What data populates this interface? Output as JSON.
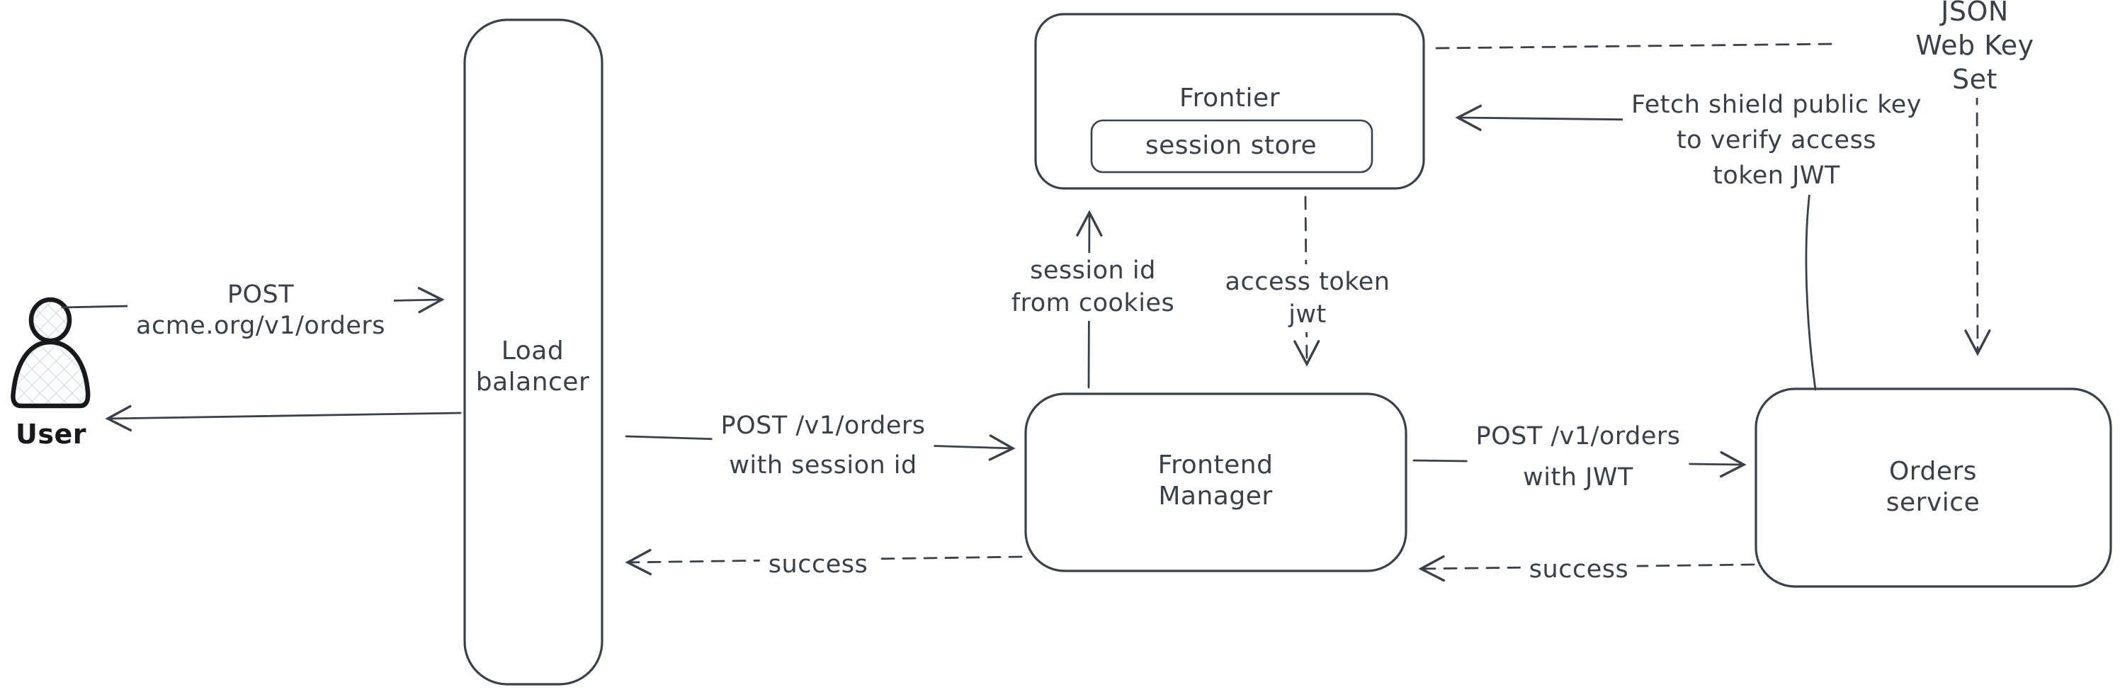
{
  "colors": {
    "stroke": "#3a4049",
    "user_stroke": "#17191d",
    "hatch": "#ccd6e0",
    "background": "#ffffff"
  },
  "nodes": {
    "user": {
      "label": "User"
    },
    "load_balancer": {
      "label": "Load\nbalancer"
    },
    "frontier": {
      "label": "Frontier"
    },
    "session_store": {
      "label": "session store"
    },
    "frontend_manager": {
      "label": "Frontend\nManager"
    },
    "orders_service": {
      "label": "Orders service"
    }
  },
  "edges": {
    "user_to_lb": {
      "label": "POST\nacme.org/v1/orders",
      "style": "solid",
      "from": "User",
      "to": "Load balancer"
    },
    "lb_to_user": {
      "label": "",
      "style": "solid",
      "from": "Load balancer",
      "to": "User"
    },
    "lb_to_fm": {
      "label": "POST /v1/orders\nwith session id",
      "style": "solid",
      "from": "Load balancer",
      "to": "Frontend Manager"
    },
    "fm_to_lb": {
      "label": "success",
      "style": "dashed",
      "from": "Frontend Manager",
      "to": "Load balancer"
    },
    "fm_to_frontier": {
      "label": "session id\nfrom cookies",
      "style": "solid",
      "from": "Frontend Manager",
      "to": "Frontier"
    },
    "frontier_to_fm": {
      "label": "access token\njwt",
      "style": "dashed",
      "from": "Frontier",
      "to": "Frontend Manager"
    },
    "fm_to_orders": {
      "label": "POST /v1/orders\nwith JWT",
      "style": "solid",
      "from": "Frontend Manager",
      "to": "Orders service"
    },
    "orders_to_fm": {
      "label": "success",
      "style": "dashed",
      "from": "Orders service",
      "to": "Frontend Manager"
    },
    "orders_to_frontier": {
      "label": "Fetch shield public key\nto verify access\ntoken JWT",
      "style": "solid",
      "from": "Orders service",
      "to": "Frontier"
    },
    "frontier_to_jwks": {
      "label": "JSON Web Key Set",
      "style": "dashed",
      "from": "Frontier",
      "to": "JSON Web Key Set"
    },
    "jwks_to_orders": {
      "label": "",
      "style": "dashed",
      "from": "JSON Web Key Set",
      "to": "Orders service"
    }
  }
}
